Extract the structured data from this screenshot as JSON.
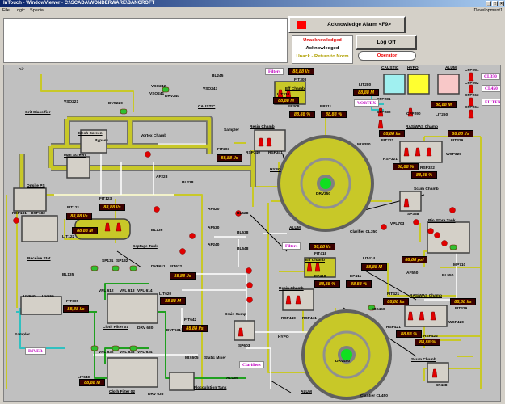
{
  "window": {
    "title": "InTouch - WindowViewer - C:\\SCADA\\WONDERWARE\\BANCROFT",
    "controls": [
      "_",
      "□",
      "×"
    ]
  },
  "menu": {
    "items": [
      "File",
      "Logic",
      "Special"
    ],
    "node": "Development1"
  },
  "alarm": {
    "ack_button": "Acknowledge Alarm <F9>",
    "unack": "Unacknowledged",
    "ack": "Acknowledged",
    "rtn": "Unack - Return to Norm",
    "logoff": "Log Off",
    "operator": "Operator",
    "colors": {
      "unack": "#e00000",
      "ack": "#000000",
      "rtn": "#b0a000",
      "indicator": "#ff0000"
    }
  },
  "tags": {
    "air": "Air",
    "grit": "Grit Classifier",
    "vso221": "VSO221",
    "dvs220": "DVS220",
    "mesh": "Mesh Screen",
    "bypass": "Bypass",
    "vortex_chamb": "Vortex Chamb",
    "vso242": "VSO242",
    "vso243": "VSO243",
    "vso241": "VSO241",
    "drv240": "DRV240",
    "caustic1": "CAUSTIC",
    "bl245": "BL245",
    "sampler1": "Sampler",
    "fit203": "FIT203",
    "man": "Man Screen",
    "af228": "AF228",
    "bl238": "BL238",
    "onsite": "Onsite PS",
    "rsp181": "RSP181",
    "rsp182": "RSP182",
    "fit123": "FIT123",
    "fit121": "FIT121",
    "lit122": "LIT122",
    "receive": "Receive Stat",
    "sp131": "SP131",
    "sp132": "SP132",
    "septage": "Septage Tank",
    "bl136": "BL136",
    "bl135": "BL135",
    "af520": "AF520",
    "bl528": "BL528",
    "af530": "AF530",
    "bl538": "BL538",
    "af240": "AF240",
    "bl548": "BL548",
    "dvp611": "DVP611",
    "fit622": "FIT622",
    "vpl612": "VPL 612",
    "vpl613": "VPL 613",
    "vpl614": "VPL 614",
    "lit620": "LIT620",
    "uv660": "UV660",
    "uv650": "UV650",
    "fit605": "FIT605",
    "sampler2": "Sampler",
    "cf01": "Cloth Filter 01",
    "drv630": "DRV 630",
    "fit642": "FIT642",
    "dvp631": "DVP631",
    "drain": "Drain Sump",
    "sp603": "SP603",
    "vpl632": "VPL 632",
    "vpl633": "VPL 633",
    "vpl634": "VPL 634",
    "mix605": "MIX605",
    "static": "Static Mixer",
    "alum1": "ALUM",
    "lit640": "LIT640",
    "floc": "Flocculation Tank",
    "cf02": "Cloth Filter 02",
    "drv636": "DRV 636",
    "fit308": "FIT308",
    "eff1": "Eff Chamb",
    "lit310": "LIT310",
    "ep308": "EP308",
    "ep311": "EP311",
    "caustic2": "CAUSTIC",
    "hypo_t": "HYPO",
    "alum_t": "ALUM",
    "lit280": "LIT280",
    "cfp281": "CFP281",
    "cfp282": "CFP282",
    "cfp290": "CFP290",
    "lit260": "LIT260",
    "cfp261": "CFP261",
    "cfp262": "CFP262",
    "cfp263": "CFP263",
    "cfp264": "CFP264",
    "resin1": "Resin Chamb",
    "rsp340": "RSP340",
    "rsp341": "RSP341",
    "fit321": "FIT321",
    "raswas1": "RAS/WAS Chamb",
    "fit329": "FIT329",
    "mix350": "MIX350",
    "rsp321": "RSP321",
    "rsp322": "RSP322",
    "wsp329": "WSP329",
    "hypo1": "HYPO",
    "drv350": "DRV350",
    "scum1": "Scum Chamb",
    "sp338": "SP338",
    "cl350": "Clarifier CL350",
    "alum2": "ALUM",
    "vpl703": "VPL703",
    "bio": "Bio Store Tank",
    "mp710": "MP710",
    "af550": "AF550",
    "bl550": "BL550",
    "fit418": "FIT418",
    "eff2": "Eff Chamb",
    "lit414": "LIT414",
    "ep418": "EP418",
    "ep411": "EP411",
    "resin2": "Resin Chamb",
    "rsp440": "RSP440",
    "rsp441": "RSP441",
    "fit421": "FIT421",
    "raswas2": "RAS/WAS Chamb",
    "fit429": "FIT429",
    "mix450": "MIX450",
    "rsp421": "RSP421",
    "rsp422": "RSP422",
    "wsp420": "WSP420",
    "hypo2": "HYPO",
    "drv450": "DRV450",
    "scum2": "Scum Chamb",
    "sp438": "SP438",
    "alum3": "ALUM",
    "cl450": "Clarifier CL450"
  },
  "displays": {
    "fit203": "88,88 l/s",
    "fit123": "88,88 l/s",
    "fit121": "88,88 l/s",
    "lit122": "88,88 M",
    "fit622": "88,88 l/s",
    "lit620": "88,88 M",
    "fit605": "88,88 l/s",
    "fit642": "88,88 l/s",
    "lit640": "88,88 M",
    "fit308": "88,88 l/s",
    "lit310": "88,88 M",
    "ep308": "88,88 %",
    "ep311": "88,88 %",
    "lit280": "88,88 M",
    "lit260": "88,88 M",
    "fit321": "88,88 l/s",
    "fit329": "88,88 l/s",
    "rsp321": "88,88 %",
    "rsp322": "88,88 %",
    "psi": "88,88 psi",
    "fit418": "88,88 l/s",
    "lit414": "88,88 M",
    "ep418": "88,88 %",
    "ep411": "88,88 %",
    "fit421": "88,88 l/s",
    "fit429": "88,88 l/s",
    "rsp421": "88,88 %",
    "rsp422": "88,88 %"
  },
  "nav": {
    "filters1": "Filters",
    "filters2": "Filters",
    "river": "RIVER",
    "clarifiers": "Clarifiers",
    "vortex": "VORTEX",
    "cl350": "CL350",
    "cl450": "CL450",
    "filter": "FILTER"
  },
  "colors": {
    "pipe": "#c8c828",
    "pipe_edge": "#707070",
    "pump": "#e00000",
    "motor": "#30c030",
    "display_bg": "#3a0000",
    "display_fg": "#ffd000",
    "canvas": "#c0c0c0"
  }
}
